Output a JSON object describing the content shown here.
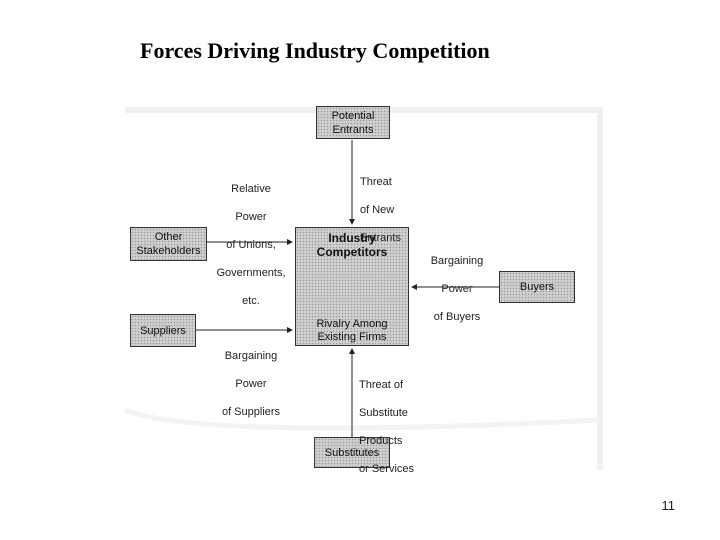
{
  "title": "Forces Driving Industry Competition",
  "boxes": {
    "potential_entrants": [
      "Potential",
      "Entrants"
    ],
    "other_stakeholders": [
      "Other",
      "Stakeholders"
    ],
    "suppliers": [
      "Suppliers"
    ],
    "buyers": [
      "Buyers"
    ],
    "substitutes": [
      "Substitutes"
    ],
    "industry_competitors": {
      "title": [
        "Industry",
        "Competitors"
      ],
      "subtitle": [
        "Rivalry Among",
        "Existing Firms"
      ]
    }
  },
  "forces": {
    "relative_power": [
      "Relative",
      "Power",
      "of Unions,",
      "Governments,",
      "etc."
    ],
    "threat_new_entrants": [
      "Threat",
      "of New",
      "Entrants"
    ],
    "bargaining_power_buyers": [
      "Bargaining",
      "Power",
      "of Buyers"
    ],
    "bargaining_power_suppliers": [
      "Bargaining",
      "Power",
      "of Suppliers"
    ],
    "threat_substitutes": [
      "Threat of",
      "Substitute",
      "Products",
      "or Services"
    ]
  },
  "page_number": "11"
}
